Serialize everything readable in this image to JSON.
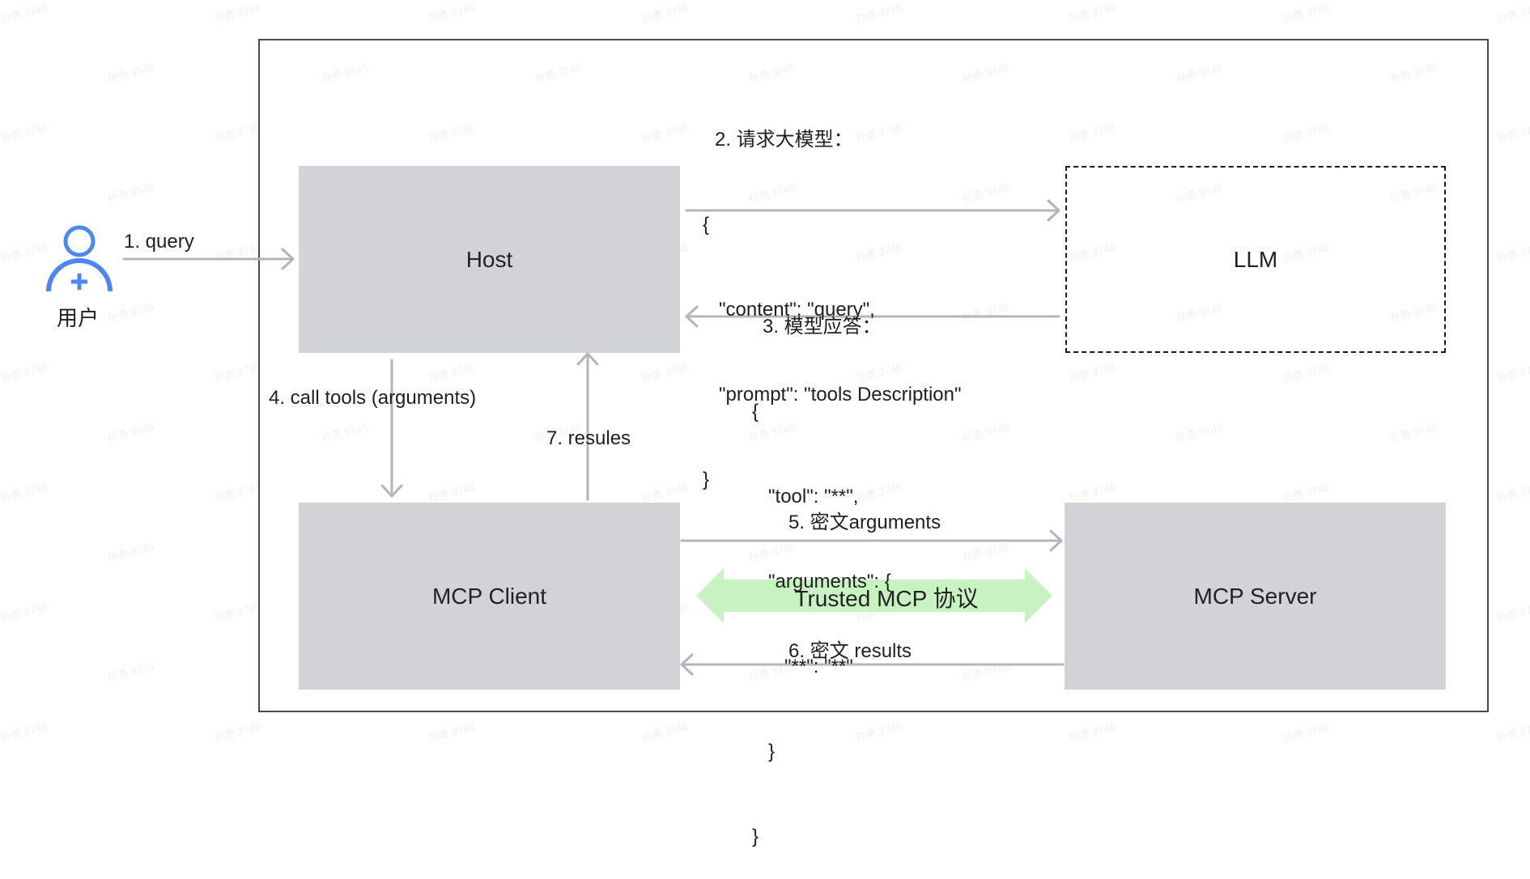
{
  "watermark": "孙勇 3746",
  "user": {
    "label": "用户"
  },
  "nodes": {
    "host": "Host",
    "llm": "LLM",
    "mcp_client": "MCP Client",
    "mcp_server": "MCP Server"
  },
  "trusted_band": {
    "label": "Trusted MCP 协议"
  },
  "edges": {
    "e1": "1. query",
    "e2": [
      "2. 请求大模型：",
      "{",
      "   \"content\": \"query\",",
      "   \"prompt\": \"tools Description\"",
      "}"
    ],
    "e3": [
      "3. 模型应答：",
      "{",
      "   \"tool\": \"**\",",
      "   \"arguments\": {",
      "      \"**\": \"**\"",
      "   }",
      "}"
    ],
    "e4": "4. call tools (arguments)",
    "e5": "5. 密文arguments",
    "e6": "6. 密文 results",
    "e7": "7. resules"
  },
  "colors": {
    "box_fill": "#d2d3d6",
    "arrow": "#b4b5b8",
    "user_icon": "#4f87f0",
    "band": "#c9f2c3",
    "frame": "#4a4a4a"
  }
}
